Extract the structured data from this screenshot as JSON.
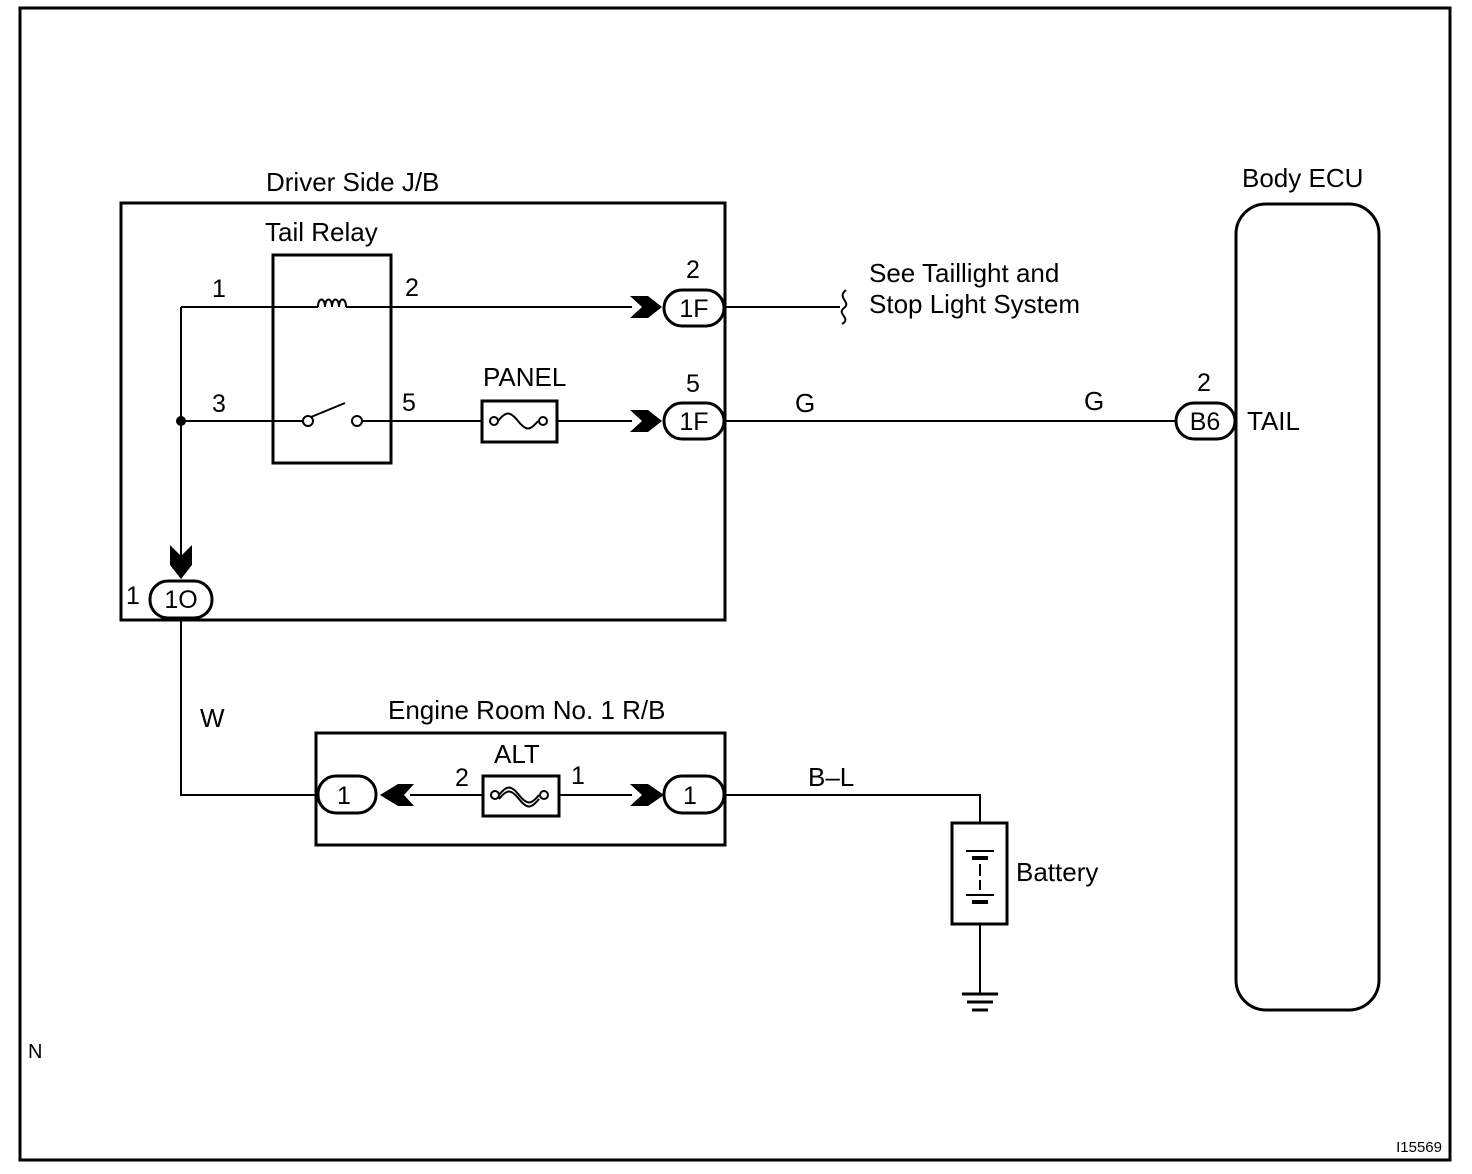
{
  "driver_jb": {
    "title": "Driver Side J/B",
    "relay_title": "Tail Relay",
    "relay_pin_1": "1",
    "relay_pin_2": "2",
    "relay_pin_3": "3",
    "relay_pin_5": "5",
    "fuse_panel": "PANEL",
    "conn_top_pin": "2",
    "conn_top_label": "1F",
    "conn_mid_pin": "5",
    "conn_mid_label": "1F",
    "conn_bottom_pin": "1",
    "conn_bottom_label": "1O"
  },
  "note": {
    "line1": "See Taillight and",
    "line2": "Stop Light System"
  },
  "wires": {
    "g_left": "G",
    "g_right": "G",
    "w": "W",
    "bl": "B–L"
  },
  "body_ecu": {
    "title": "Body ECU",
    "conn_pin": "2",
    "conn_label": "B6",
    "terminal": "TAIL"
  },
  "engine_rb": {
    "title": "Engine Room No. 1 R/B",
    "fuse_alt": "ALT",
    "fuse_pin_left": "2",
    "fuse_pin_right": "1",
    "conn_left": "1",
    "conn_right": "1"
  },
  "battery": {
    "label": "Battery"
  },
  "corner": {
    "left": "N",
    "right": "I15569"
  }
}
